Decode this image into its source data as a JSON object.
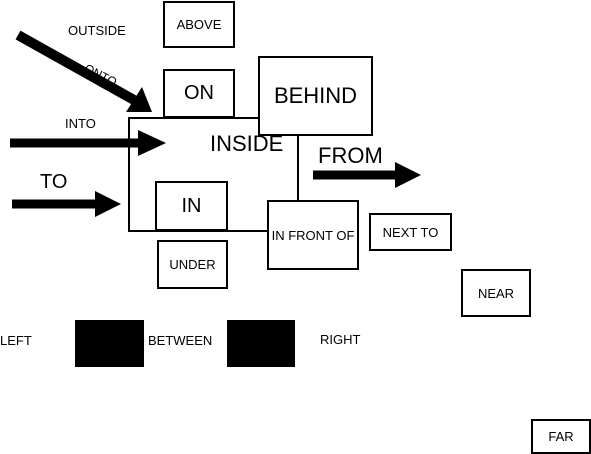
{
  "labels": {
    "outside": "OUTSIDE",
    "above": "ABOVE",
    "onto": "ONTO",
    "on": "ON",
    "behind": "BEHIND",
    "into": "INTO",
    "inside": "INSIDE",
    "from": "FROM",
    "to": "TO",
    "in": "IN",
    "in_front_of": "IN FRONT OF",
    "next_to": "NEXT TO",
    "under": "UNDER",
    "near": "NEAR",
    "left": "LEFT",
    "between": "BETWEEN",
    "right": "RIGHT",
    "far": "FAR"
  },
  "colors": {
    "ink": "#000000",
    "paper": "#ffffff"
  },
  "icons": [
    "arrow-onto-icon",
    "arrow-into-icon",
    "arrow-to-icon",
    "arrow-from-icon"
  ]
}
